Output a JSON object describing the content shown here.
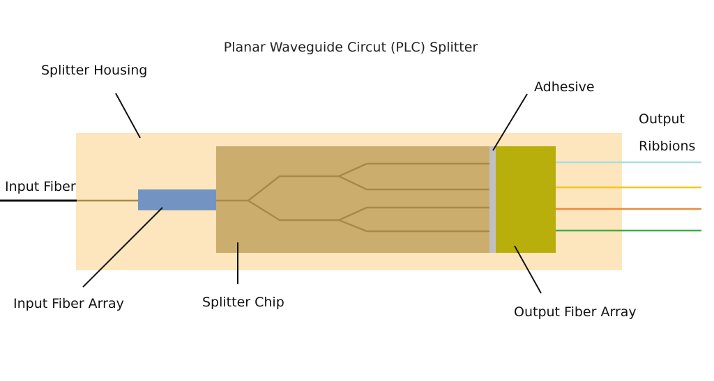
{
  "title": "Planar Waveguide Circut (PLC) Splitter",
  "labels": {
    "housing": "Splitter Housing",
    "adhesive": "Adhesive",
    "output_ribbons_line1": "Output",
    "output_ribbons_line2": "Ribbions",
    "input_fiber": "Input Fiber",
    "input_fiber_array": "Input Fiber Array",
    "splitter_chip": "Splitter Chip",
    "output_fiber_array": "Output Fiber Array"
  },
  "colors": {
    "housing": "#fde5bd",
    "chip": "#cbad6e",
    "waveguide": "#a78a45",
    "input_fiber_array": "#7394c2",
    "adhesive": "#c0c0c0",
    "output_fiber_array": "#b8ae0c",
    "input_fiber": "#111111",
    "leader": "#111111",
    "output_ribbons": [
      "#a6dde6",
      "#f5c61c",
      "#ef8a3a",
      "#3fae49"
    ]
  }
}
